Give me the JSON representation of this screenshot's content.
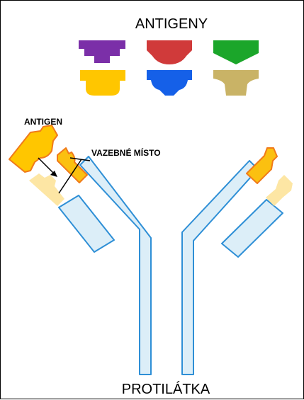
{
  "title": "ANTIGENY",
  "antigen_label": "ANTIGEN",
  "binding_site_label": "VAZEBNÉ MÍSTO",
  "antibody_label": "PROTILÁTKA",
  "antigen_colors": {
    "purple": "#7B2FA8",
    "red": "#D03A3A",
    "green": "#1BA62A",
    "yellow": "#FFC600",
    "blue": "#1560E8",
    "khaki": "#C9B366"
  },
  "antibody_colors": {
    "heavy_chain_fill": "#DCEEF8",
    "chain_outline": "#2E8FD6",
    "variable_region": "#FBC010",
    "variable_region_light": "#FDE6A4",
    "variable_outline": "#F07A1A"
  }
}
